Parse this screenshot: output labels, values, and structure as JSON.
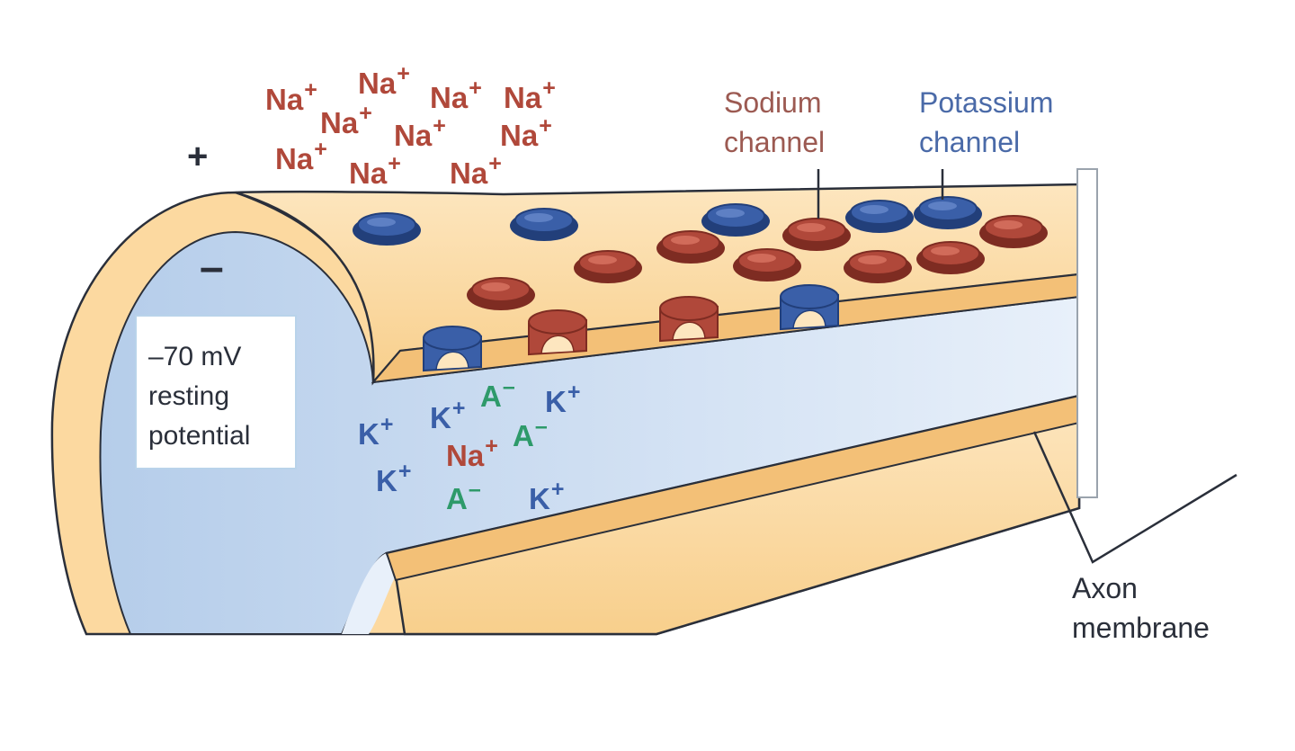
{
  "labels": {
    "sodium_channel": [
      "Sodium",
      "channel"
    ],
    "potassium_channel": [
      "Potassium",
      "channel"
    ],
    "axon_membrane": [
      "Axon",
      "membrane"
    ],
    "resting_potential": [
      "–70 mV",
      "resting",
      "potential"
    ],
    "outside_sign": "+",
    "inside_sign": "–"
  },
  "ions_outside": [
    {
      "sym": "Na",
      "charge": "+"
    },
    {
      "sym": "Na",
      "charge": "+"
    },
    {
      "sym": "Na",
      "charge": "+"
    },
    {
      "sym": "Na",
      "charge": "+"
    },
    {
      "sym": "Na",
      "charge": "+"
    },
    {
      "sym": "Na",
      "charge": "+"
    },
    {
      "sym": "Na",
      "charge": "+"
    },
    {
      "sym": "Na",
      "charge": "+"
    },
    {
      "sym": "Na",
      "charge": "+"
    },
    {
      "sym": "Na",
      "charge": "+"
    }
  ],
  "ions_inside": [
    {
      "sym": "K",
      "charge": "+"
    },
    {
      "sym": "K",
      "charge": "+"
    },
    {
      "sym": "A",
      "charge": "–"
    },
    {
      "sym": "K",
      "charge": "+"
    },
    {
      "sym": "Na",
      "charge": "+"
    },
    {
      "sym": "A",
      "charge": "–"
    },
    {
      "sym": "K",
      "charge": "+"
    },
    {
      "sym": "A",
      "charge": "–"
    },
    {
      "sym": "K",
      "charge": "+"
    }
  ],
  "colors": {
    "sodium": "#b0483a",
    "potassium": "#3a5fa8",
    "anion": "#2e9a6a",
    "membrane": "#fcd9a0",
    "cytoplasm": "#c9dcf0",
    "outline": "#2a2f3a"
  }
}
